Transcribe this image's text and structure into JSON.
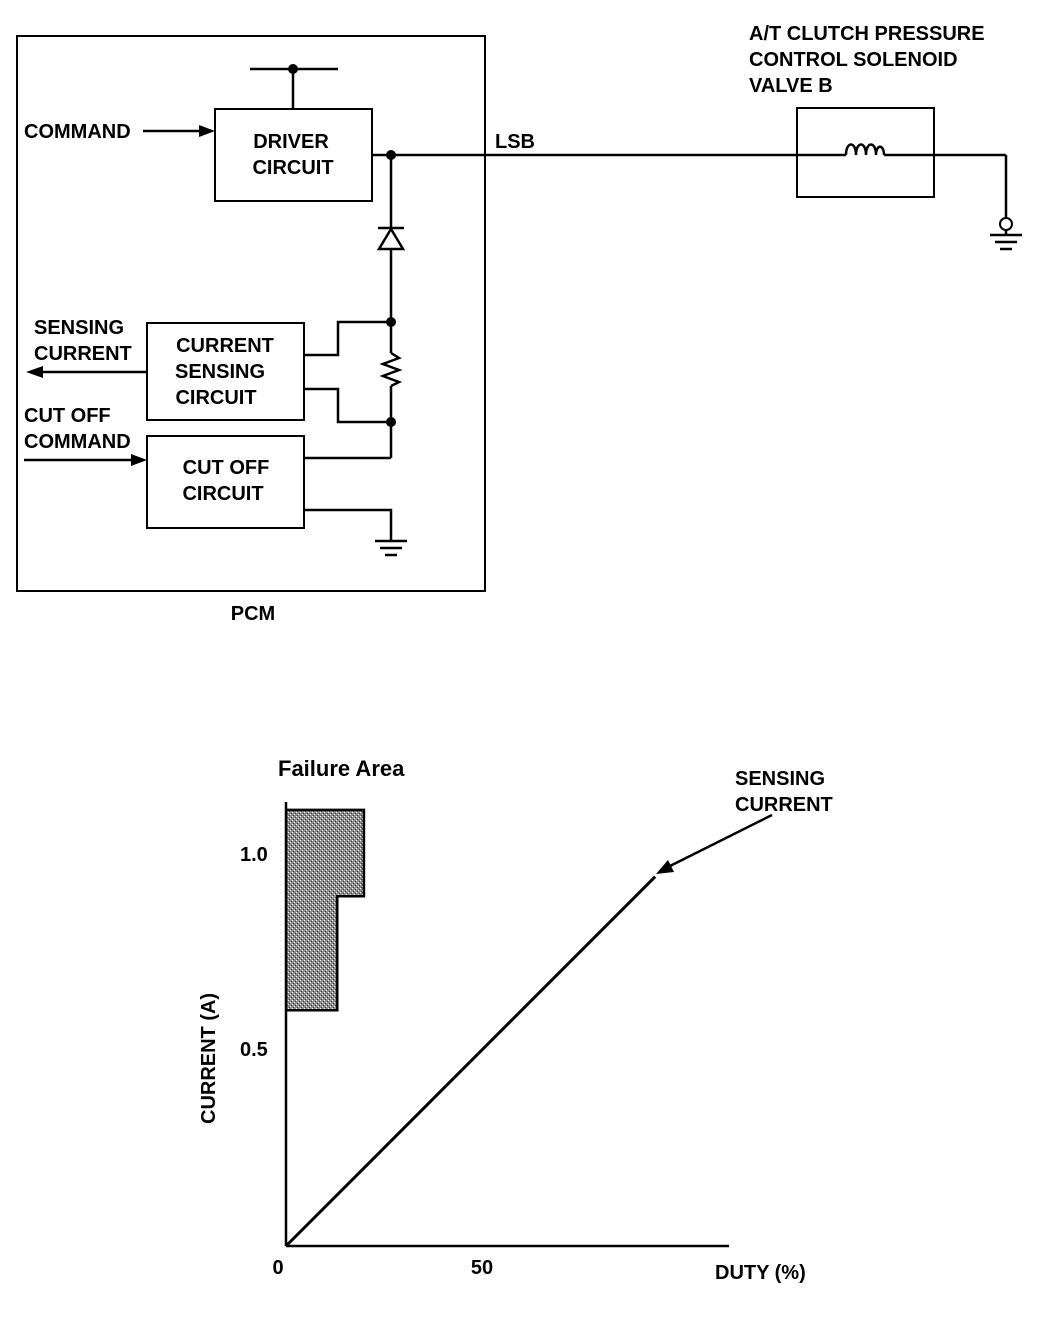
{
  "schematic": {
    "solenoid_title": [
      "A/T CLUTCH PRESSURE",
      "CONTROL SOLENOID",
      "VALVE B"
    ],
    "command_label": "COMMAND",
    "driver_circuit": [
      "DRIVER",
      "CIRCUIT"
    ],
    "wire_label": "LSB",
    "sensing_current_label": [
      "SENSING",
      "CURRENT"
    ],
    "current_sensing_circuit": [
      "CURRENT",
      "SENSING",
      "CIRCUIT"
    ],
    "cut_off_command_label": [
      "CUT OFF",
      "COMMAND"
    ],
    "cut_off_circuit": [
      "CUT OFF",
      "CIRCUIT"
    ],
    "pcm_label": "PCM"
  },
  "chart_data": {
    "type": "line",
    "title": "Failure Area",
    "xlabel": "DUTY (%)",
    "ylabel": "CURRENT (A)",
    "x_ticks": [
      "0",
      "50"
    ],
    "y_ticks": [
      "0.5",
      "1.0"
    ],
    "xlim": [
      0,
      108
    ],
    "ylim": [
      0,
      1.13
    ],
    "series": [
      {
        "name": "SENSING CURRENT",
        "x": [
          0,
          90
        ],
        "y": [
          0,
          0.94
        ]
      }
    ],
    "failure_area": [
      {
        "x_from": 0,
        "x_to": 12.5,
        "y_from": 0.6,
        "y_to": 0.89
      },
      {
        "x_from": 0,
        "x_to": 19,
        "y_from": 0.89,
        "y_to": 1.11
      }
    ],
    "annotation": [
      "SENSING",
      "CURRENT"
    ]
  }
}
